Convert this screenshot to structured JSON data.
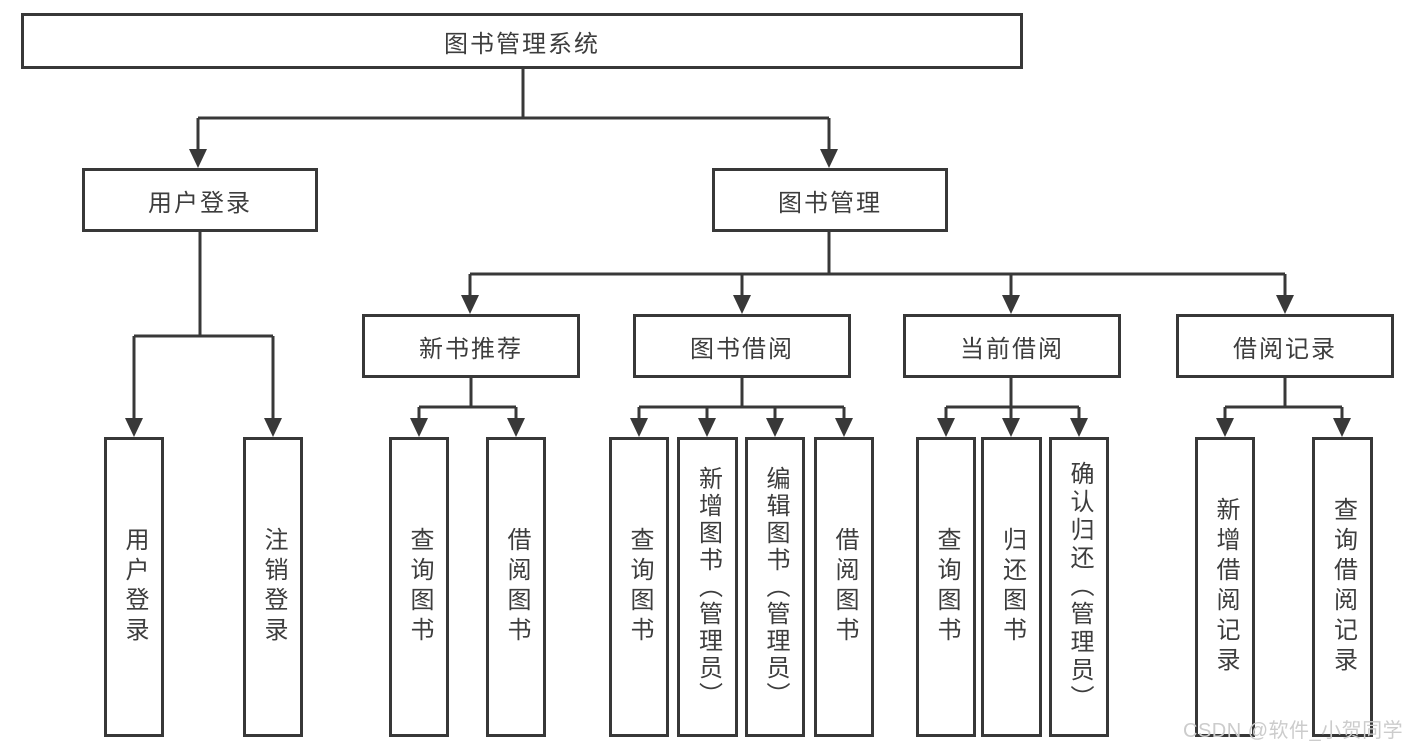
{
  "diagram": {
    "root": "图书管理系统",
    "level2": {
      "user_login": "用户登录",
      "book_mgmt": "图书管理"
    },
    "level3": {
      "new_books": "新书推荐",
      "book_borrow": "图书借阅",
      "current_borrow": "当前借阅",
      "borrow_records": "借阅记录"
    },
    "leaves": {
      "user_login_1": "用户登录",
      "user_login_2": "注销登录",
      "new_books_1": "查询图书",
      "new_books_2": "借阅图书",
      "borrow_1": "查询图书",
      "borrow_2": "新增图书（管理员）",
      "borrow_3": "编辑图书（管理员）",
      "borrow_4": "借阅图书",
      "current_1": "查询图书",
      "current_2": "归还图书",
      "current_3": "确认归还（管理员）",
      "records_1": "新增借阅记录",
      "records_2": "查询借阅记录"
    }
  },
  "watermark": "CSDN @软件_小贺同学",
  "colors": {
    "line": "#383838",
    "text": "#3d3d3d",
    "watermark": "#cccccc",
    "background": "#ffffff"
  }
}
